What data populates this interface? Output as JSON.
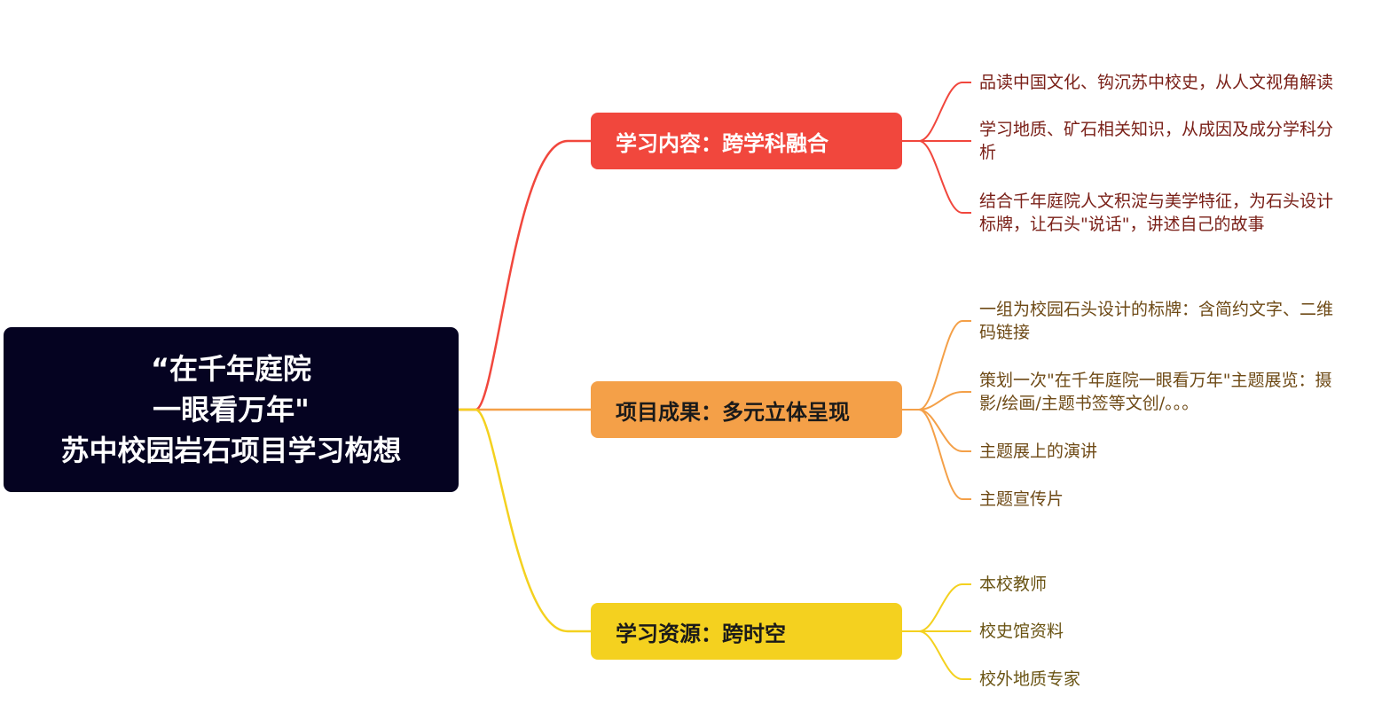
{
  "root": {
    "lines": [
      "“在千年庭院",
      "一眼看万年\"",
      "苏中校园岩石项目学习构想"
    ]
  },
  "colors": {
    "root_bg": "#050321",
    "branch1": "#f1473d",
    "branch2": "#f4a048",
    "branch3": "#f4d11f"
  },
  "branches": [
    {
      "label": "学习内容：跨学科融合",
      "leaves": [
        {
          "lines": [
            "品读中国文化、钩沉苏中校史，从人文视角解读"
          ]
        },
        {
          "lines": [
            "学习地质、矿石相关知识，从成因及成分学科分",
            "析"
          ]
        },
        {
          "lines": [
            "结合千年庭院人文积淀与美学特征，为石头设计",
            "标牌，让石头\"说话\"，讲述自己的故事"
          ]
        }
      ]
    },
    {
      "label": "项目成果：多元立体呈现",
      "leaves": [
        {
          "lines": [
            "一组为校园石头设计的标牌：含简约文字、二维",
            "码链接"
          ]
        },
        {
          "lines": [
            "策划一次\"在千年庭院一眼看万年\"主题展览：摄",
            "影/绘画/主题书签等文创/。。。"
          ]
        },
        {
          "lines": [
            "主题展上的演讲"
          ]
        },
        {
          "lines": [
            "主题宣传片"
          ]
        }
      ]
    },
    {
      "label": "学习资源：跨时空",
      "leaves": [
        {
          "lines": [
            "本校教师"
          ]
        },
        {
          "lines": [
            "校史馆资料"
          ]
        },
        {
          "lines": [
            "校外地质专家"
          ]
        }
      ]
    }
  ]
}
